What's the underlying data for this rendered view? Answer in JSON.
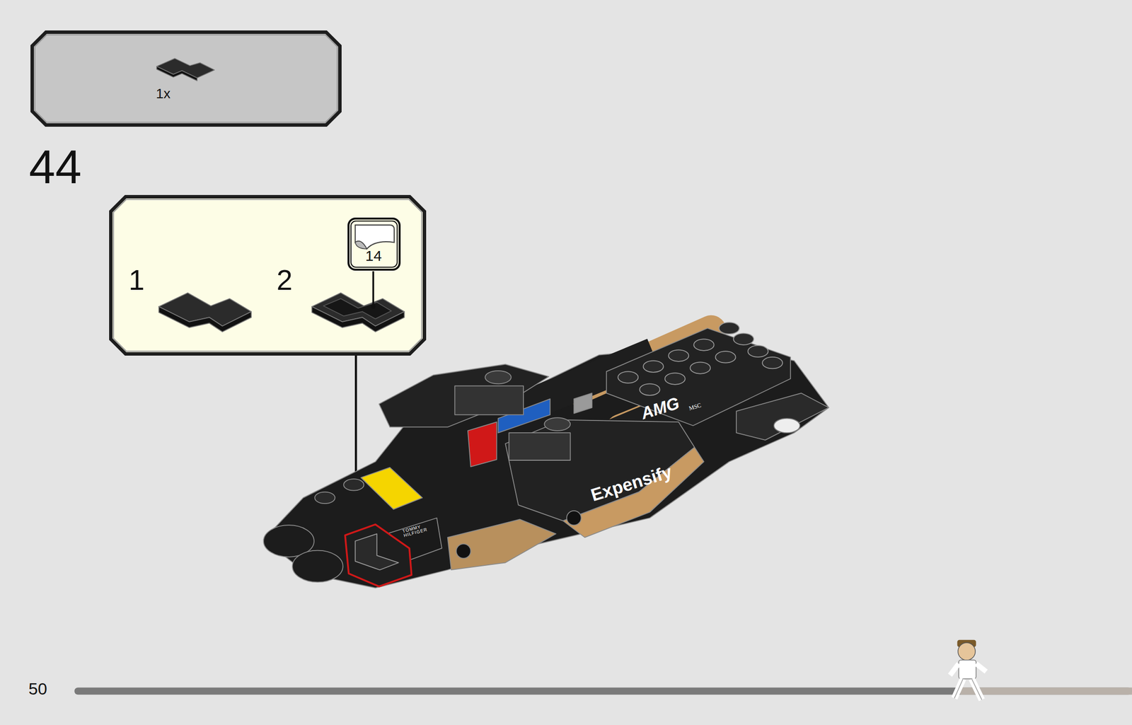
{
  "diagram": {
    "nodes": [
      {
        "text": [
          "1x"
        ]
      },
      {
        "text": [
          "1",
          "2"
        ]
      },
      {
        "text": [
          "14"
        ],
        "in": 1
      }
    ],
    "labels": [
      "44",
      "Expensify",
      "AMG",
      "MSC",
      "TOMMY HILFIGER",
      "50"
    ]
  }
}
